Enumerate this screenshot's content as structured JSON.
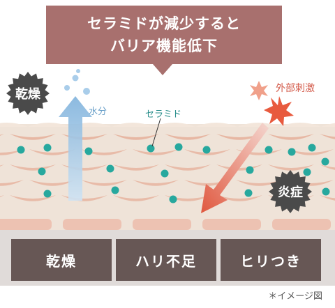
{
  "title": {
    "line1": "セラミドが減少すると",
    "line2": "バリア機能低下"
  },
  "labels": {
    "water": "水分",
    "ceramide": "セラミド",
    "external_stimulus": "外部刺激"
  },
  "badges": {
    "dryness": "乾燥",
    "inflammation": "炎症"
  },
  "buttons": [
    "乾燥",
    "ハリ不足",
    "ヒリつき"
  ],
  "note": "＊イメージ図",
  "colors": {
    "bubble": "#a8706e",
    "skin_base": "#efe3d8",
    "skin_cell": "#e6b4a0",
    "ceramide_dot": "#27a89e",
    "water_arrow": "#9cc7e8",
    "stimulus_arrow": "#e0604a",
    "badge_dark": "#4a4a4a",
    "button": "#675755",
    "band": "#e0dbd9"
  }
}
